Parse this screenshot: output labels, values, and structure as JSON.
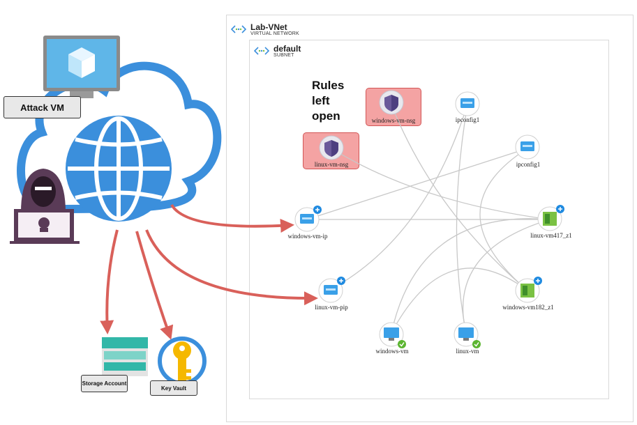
{
  "vnet": {
    "title": "Lab-VNet",
    "subtitle": "VIRTUAL NETWORK"
  },
  "subnet": {
    "title": "default",
    "subtitle": "SUBNET"
  },
  "annotation": {
    "lines": [
      "Rules",
      "left",
      "open"
    ]
  },
  "left_side": {
    "attack_vm_label": "Attack VM",
    "storage_label": "Storage Account",
    "keyvault_label": "Key Vault"
  },
  "nodes": {
    "windows_vm_nsg": "windows-vm-nsg",
    "linux_vm_nsg": "linux-vm-nsg",
    "ipconfig1_a": "ipconfig1",
    "ipconfig1_b": "ipconfig1",
    "windows_vm_ip": "windows-vm-ip",
    "linux_vm417": "linux-vm417_z1",
    "linux_vm_pip": "linux-vm-pip",
    "windows_vm182": "windows-vm182_z1",
    "windows_vm": "windows-vm",
    "linux_vm": "linux-vm"
  },
  "colors": {
    "highlight_fill": "#f4a3a3",
    "arrow_red": "#d9605a",
    "azure_blue": "#3b8fdc",
    "connector_gray": "#c8c8c8"
  }
}
